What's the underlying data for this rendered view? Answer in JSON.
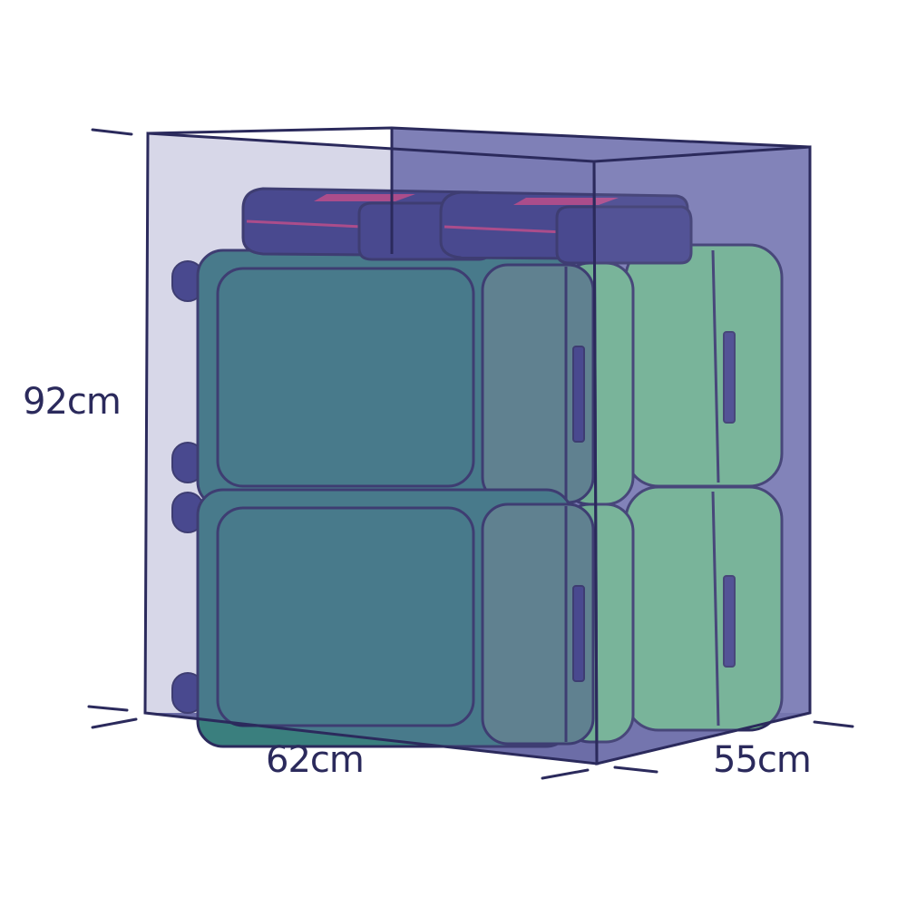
{
  "dimensions": {
    "height": "92cm",
    "width": "62cm",
    "depth": "55cm"
  },
  "colors": {
    "outline": "#2b2a5c",
    "box_front": "#6f70ad",
    "box_side": "#8c8cc0",
    "box_back": "#7f80b7",
    "suitcase_teal": "#3a7f7e",
    "suitcase_teal_side": "#5b8886",
    "suitcase_green": "#72c68a",
    "case_navy": "#3b3b84",
    "accent_pink": "#c2407e"
  },
  "icons": {
    "large_suitcase": "teal-suitcase-icon",
    "small_suitcase": "green-suitcase-icon",
    "flat_case": "navy-hard-case-icon"
  }
}
